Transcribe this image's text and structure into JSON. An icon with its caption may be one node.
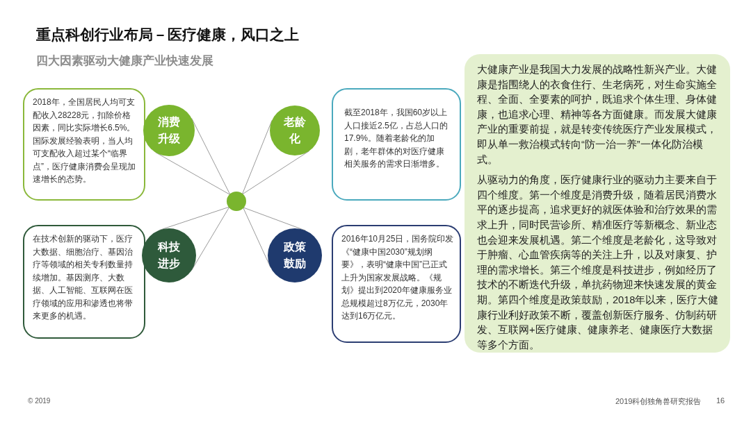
{
  "diagram": {
    "title": "重点科创行业布局－医疗健康，风口之上",
    "caption": "四大因素驱动大健康产业快速发展",
    "nodes": [
      {
        "text": [
          "2018年，全国居民人均可支配收入28228元，扣除价格因素，同比实际增长6.5%。国际发展经验表明，当人均可支配收入超过某个“临界点”，医疗健康消费会呈现加速增长的态势。"
        ]
      },
      {
        "text": [
          "消费升级"
        ]
      },
      {
        "text": [
          "老龄化"
        ]
      },
      {
        "text": [
          "截至2018年，我国60岁以上人口接近2.5亿，占总人口的17.9%。随着老龄化的加剧，老年群体的对医疗健康相关服务的需求日渐增多。"
        ]
      },
      {
        "text": [],
        "shape": "circle"
      },
      {
        "text": [
          "在技术创新的驱动下，医疗大数据、细胞治疗、基因治疗等领域的相关专利数量持续增加。基因测序、大数据、人工智能、互联网在医疗领域的应用和渗透也将带来更多的机遇。"
        ]
      },
      {
        "text": [
          "科技进步"
        ]
      },
      {
        "text": [
          "政策鼓励"
        ]
      },
      {
        "text": [
          "2016年10月25日，国务院印发《“健康中国2030”规划纲要》，表明“健康中国”已正式上升为国家发展战略。《规划》提出到2020年健康服务业总规模超过8万亿元，2030年达到16万亿元。"
        ]
      },
      {
        "text": [
          "大健康产业是我国大力发展的战略性新兴产业。大健康是指围绕人的衣食住行、生老病死，对生命实施全程、全面、全要素的呵护，既追求个体生理、身体健康，也追求心理、精神等各方面健康。而发展大健康产业的重要前提，就是转变传统医疗产业发展模式，即从单一救治模式转向“防一治一养”一体化防治模式。",
          "从驱动力的角度，医疗健康行业的驱动力主要来自于四个维度。第一个维度是消费升级，随着居民消费水平的逐步提高，追求更好的就医体验和治疗效果的需求上升，同时民营诊所、精准医疗等新概念、新业态也会迎来发展机遇。第二个维度是老龄化，这导致对于肿瘤、心血管疾病等的关注上升，以及对康复、护理的需求增长。第三个维度是科技进步，例如经历了技术的不断迭代升级，单抗药物迎来快速发展的黄金期。第四个维度是政策鼓励，2018年以来，医疗大健康行业利好政策不断，覆盖创新医疗服务、仿制药研发、互联网+医疗健康、健康养老、健康医疗大数据等多个方面。"
        ]
      }
    ],
    "edges": [
      {
        "from": 4,
        "to": 1,
        "arrow": "none"
      },
      {
        "from": 4,
        "to": 2,
        "arrow": "none"
      },
      {
        "from": 4,
        "to": 6,
        "arrow": "none"
      },
      {
        "from": 4,
        "to": 7,
        "arrow": "none"
      }
    ],
    "labels": [
      "© 2019",
      "2019科创独角兽研究报告",
      "16"
    ]
  }
}
